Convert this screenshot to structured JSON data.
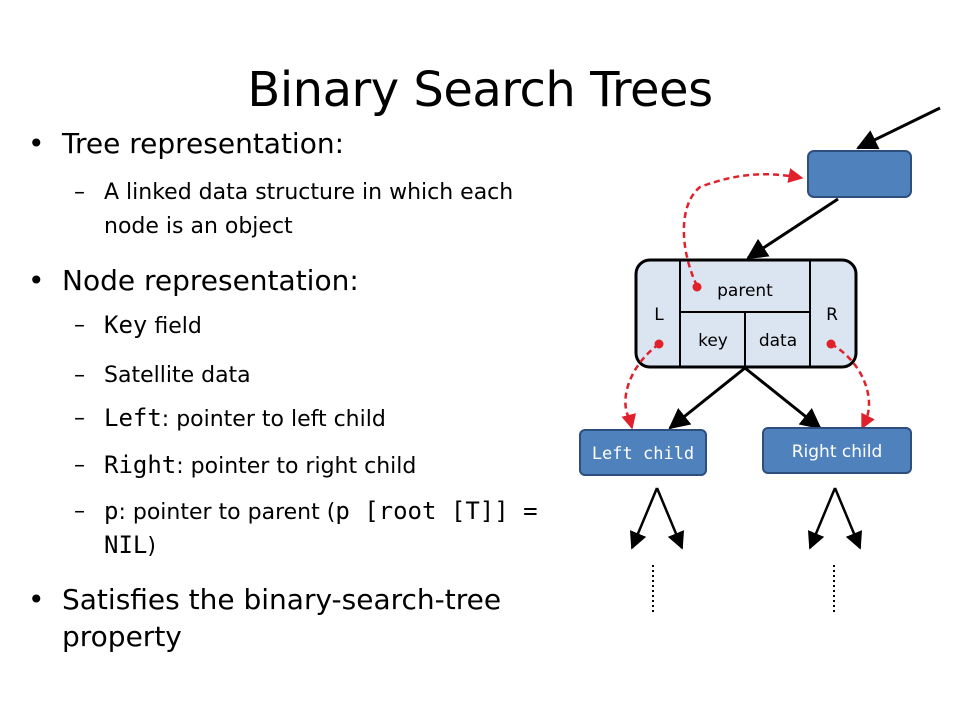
{
  "slide": {
    "title": "Binary Search Trees",
    "bullets": {
      "tree_rep": "Tree representation:",
      "tree_rep_sub_line1": "A linked data structure in which each",
      "tree_rep_sub_line2": "node is an object",
      "node_rep": "Node representation:",
      "key_code": "Key",
      "key_text": " field",
      "satellite": "Satellite data",
      "left_code": "Left",
      "left_text": ": pointer to left child",
      "right_code": "Right",
      "right_text": ": pointer to right child",
      "p_code": "p",
      "p_text": ": pointer to parent (",
      "p_expr": "p [root [T]] =",
      "p_nil": "NIL",
      "p_close": ")",
      "bst_line1": "Satisfies the binary-search-tree",
      "bst_line2": "property"
    }
  },
  "diagram": {
    "node": {
      "parent_label": "parent",
      "key_label": "key",
      "data_label": "data",
      "left_label": "L",
      "right_label": "R"
    },
    "left_child_label": "Left child",
    "right_child_label": "Right child",
    "colors": {
      "box_fill": "#4f81bd",
      "box_stroke": "#2e4e7e",
      "node_fill": "#dbe5f1",
      "pointer_red": "#e0202a",
      "arrow_black": "#000000",
      "child_text": "#ffffff"
    }
  }
}
